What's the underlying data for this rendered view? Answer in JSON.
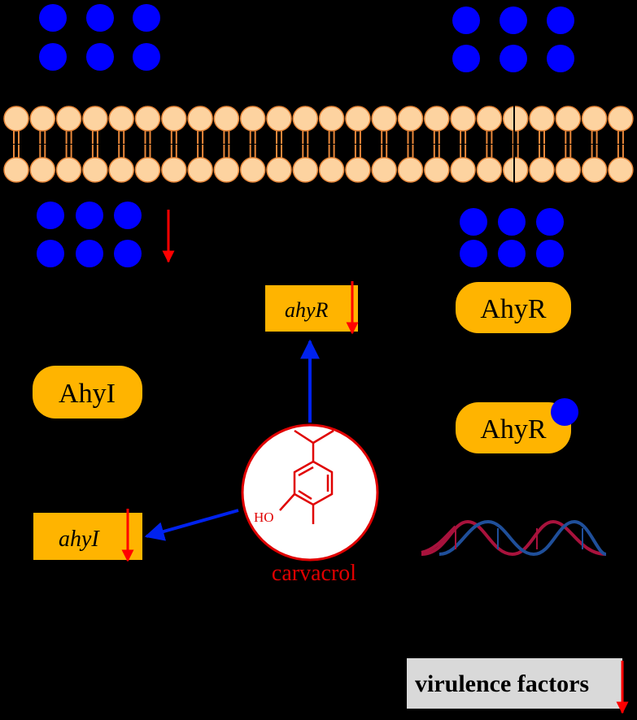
{
  "colors": {
    "background": "#000000",
    "signal_molecule": "#0000ff",
    "lipid_head": "#fdd3a0",
    "lipid_stroke": "#e8873a",
    "protein_fill": "#ffb400",
    "down_arrow": "#ff0000",
    "carvacrol": "#e00000",
    "interaction_arrow": "#0022ee",
    "dna_red": "#a8123c",
    "dna_blue": "#1f4f9a",
    "virulence_box": "#d9d9d9"
  },
  "membrane": {
    "lipid_count_per_leaflet": 24
  },
  "labels": {
    "ahyr_gene": "ahyR",
    "ahyr_protein": "AhyR",
    "ahyr_complex": "AhyR",
    "ahyi_protein": "AhyI",
    "ahyi_gene": "ahyI",
    "carvacrol": "carvacrol",
    "hydroxyl": "HO",
    "virulence": "virulence factors"
  }
}
